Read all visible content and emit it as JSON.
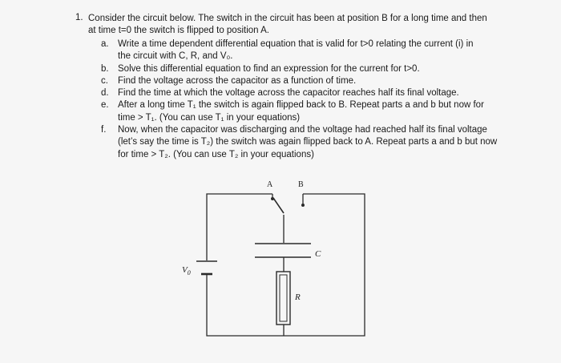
{
  "question": {
    "number": "1.",
    "intro_line1": "Consider the circuit below. The switch in the circuit has been at position B for a long time and then",
    "intro_line2": "at time t=0 the switch is flipped to position A."
  },
  "parts": [
    {
      "label": "a.",
      "lines": [
        "Write a time dependent differential equation that is valid for t>0 relating the current (i) in",
        "the circuit with C, R, and V₀."
      ]
    },
    {
      "label": "b.",
      "lines": [
        "Solve this differential equation to find an expression for the current for t>0."
      ]
    },
    {
      "label": "c.",
      "lines": [
        "Find the voltage across the capacitor as a function of time."
      ]
    },
    {
      "label": "d.",
      "lines": [
        "Find the time at which the voltage across the capacitor reaches half its final voltage."
      ]
    },
    {
      "label": "e.",
      "lines": [
        "After a long time T₁ the switch is again flipped back to B. Repeat parts a and b but now for",
        "time > T₁. (You can use T₁ in your equations)"
      ]
    },
    {
      "label": "f.",
      "lines": [
        "Now, when the capacitor was discharging and the voltage had reached half its final voltage",
        "(let’s say the time is T₂) the switch was again flipped back to A. Repeat parts a and b but now",
        "for time > T₂. (You can use T₂ in your equations)"
      ]
    }
  ],
  "circuit": {
    "label_a": "A",
    "label_b": "B",
    "label_c": "C",
    "label_r": "R",
    "label_v": "V",
    "label_v_sub": "0"
  }
}
